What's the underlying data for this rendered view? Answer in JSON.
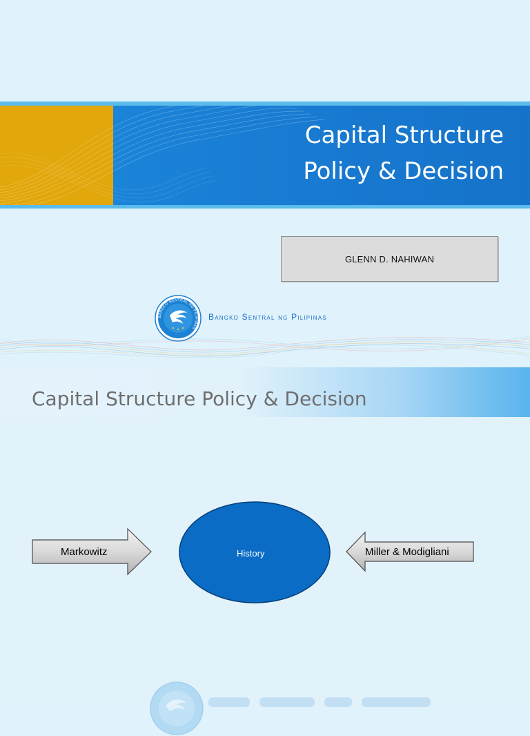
{
  "slide1": {
    "title_line1": "Capital Structure",
    "title_line2": "Policy & Decision",
    "author": "GLENN D. NAHIWAN",
    "institution": "Bangko Sentral ng Pilipinas",
    "seal_text": "BANGKO SENTRAL NG PILIPINAS"
  },
  "slide2": {
    "title": "Capital Structure Policy & Decision",
    "left_arrow": "Markowitz",
    "center": "History",
    "right_arrow": "Miller & Modigliani"
  },
  "colors": {
    "banner_blue": "#1878cf",
    "banner_gold": "#e2a70b",
    "background": "#e0f2fb",
    "ellipse_fill": "#0a6cc4",
    "title2_gray": "#6e6e6e"
  },
  "icons": [
    "bsp-seal-icon",
    "right-arrow-shape",
    "left-arrow-shape"
  ]
}
